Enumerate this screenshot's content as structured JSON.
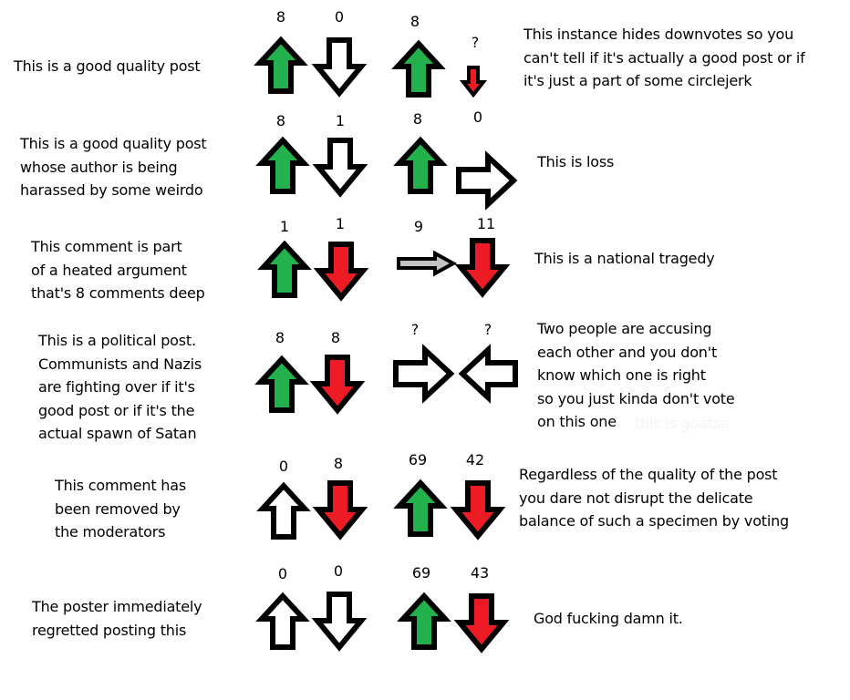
{
  "colors": {
    "up": "#22b14c",
    "down": "#ed1c24",
    "neutral": "#ffffff",
    "sideways_gray": "#c3c3c3",
    "outline": "#000000"
  },
  "rows": [
    {
      "left_text": "This is a good quality post",
      "right_text": "This instance hides downvotes so you\ncan't tell if it's actually a good post or if\nit's just a part of some circlejerk",
      "votes": [
        {
          "count": "8",
          "icon": "arrow-up",
          "fill": "up"
        },
        {
          "count": "0",
          "icon": "arrow-down",
          "fill": "neutral"
        },
        {
          "count": "8",
          "icon": "arrow-up",
          "fill": "up"
        },
        {
          "count": "?",
          "icon": "arrow-down-small",
          "fill": "down"
        }
      ]
    },
    {
      "left_text": "This is a good quality post\nwhose author is being\nharassed by some weirdo",
      "right_text": "This is loss",
      "votes": [
        {
          "count": "8",
          "icon": "arrow-up",
          "fill": "up"
        },
        {
          "count": "1",
          "icon": "arrow-down",
          "fill": "neutral"
        },
        {
          "count": "8",
          "icon": "arrow-up",
          "fill": "up"
        },
        {
          "count": "0",
          "icon": "arrow-right",
          "fill": "neutral"
        }
      ]
    },
    {
      "left_text": "This comment is part\nof a heated argument\nthat's 8 comments deep",
      "right_text": "This is a national tragedy",
      "votes": [
        {
          "count": "1",
          "icon": "arrow-up",
          "fill": "up"
        },
        {
          "count": "1",
          "icon": "arrow-down",
          "fill": "down"
        },
        {
          "count": "9",
          "icon": "arrow-right-thin",
          "fill": "sideways_gray"
        },
        {
          "count": "11",
          "icon": "arrow-down",
          "fill": "down"
        }
      ]
    },
    {
      "left_text": "This is a political post.\nCommunists and Nazis\nare fighting over if it's\ngood post or if it's the\nactual spawn of Satan",
      "right_text": "Two people are accusing\neach other and you don't\nknow which one is right\nso you just kinda don't vote\non this one",
      "hidden_text": "this is goatse",
      "votes": [
        {
          "count": "8",
          "icon": "arrow-up",
          "fill": "up"
        },
        {
          "count": "8",
          "icon": "arrow-down",
          "fill": "down"
        },
        {
          "count": "?",
          "icon": "arrow-right",
          "fill": "neutral"
        },
        {
          "count": "?",
          "icon": "arrow-left",
          "fill": "neutral"
        }
      ]
    },
    {
      "left_text": "This comment has\nbeen removed by\nthe moderators",
      "right_text": "Regardless of the quality of the post\nyou dare not disrupt the delicate\nbalance of such a specimen by voting",
      "votes": [
        {
          "count": "0",
          "icon": "arrow-up",
          "fill": "neutral"
        },
        {
          "count": "8",
          "icon": "arrow-down",
          "fill": "down"
        },
        {
          "count": "69",
          "icon": "arrow-up",
          "fill": "up"
        },
        {
          "count": "42",
          "icon": "arrow-down",
          "fill": "down"
        }
      ]
    },
    {
      "left_text": "The poster immediately\nregretted posting this",
      "right_text": "God fucking damn it.",
      "votes": [
        {
          "count": "0",
          "icon": "arrow-up",
          "fill": "neutral"
        },
        {
          "count": "0",
          "icon": "arrow-down",
          "fill": "neutral"
        },
        {
          "count": "69",
          "icon": "arrow-up",
          "fill": "up"
        },
        {
          "count": "43",
          "icon": "arrow-down",
          "fill": "down"
        }
      ]
    }
  ]
}
